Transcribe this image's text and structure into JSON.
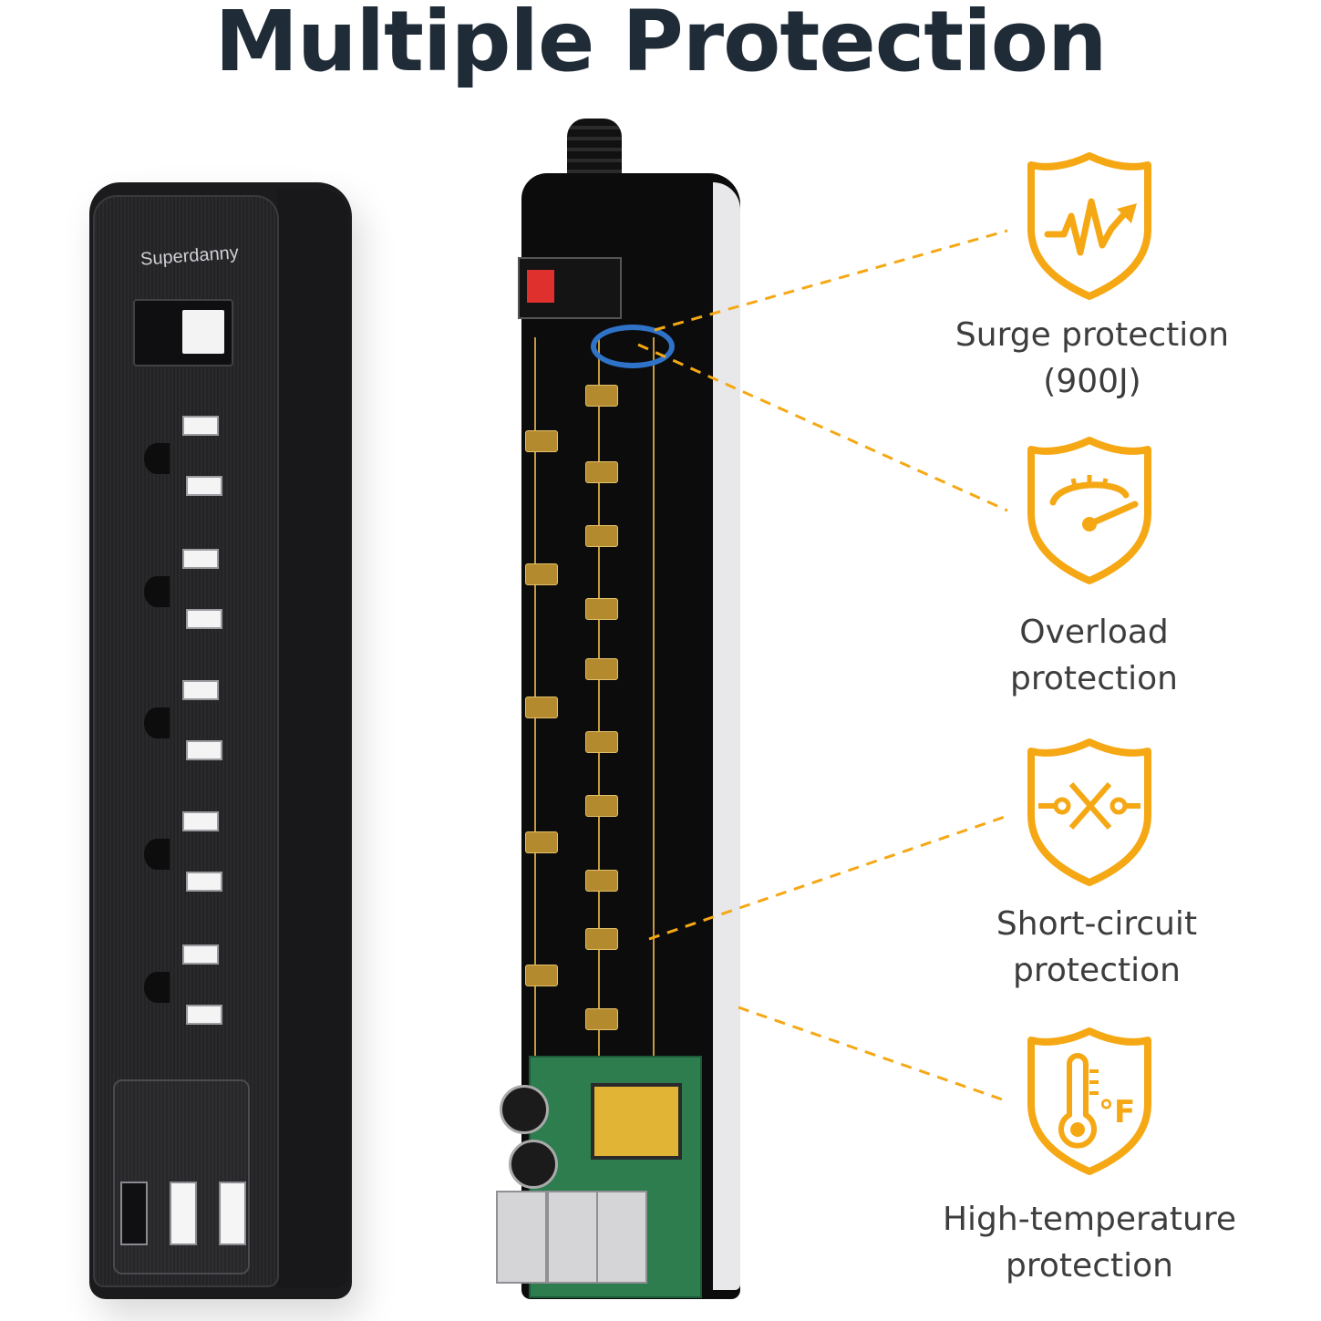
{
  "title": "Multiple Protection",
  "brand": "Superdanny",
  "colors": {
    "accent": "#f5a814",
    "title": "#1f2b37",
    "label": "#3d3d3d",
    "strip": "#1b1b1d"
  },
  "features": [
    {
      "icon": "surge-waveform-shield-icon",
      "line1": "Surge protection",
      "line2": "(900J)"
    },
    {
      "icon": "gauge-shield-icon",
      "line1": "Overload",
      "line2": "protection"
    },
    {
      "icon": "broken-circuit-shield-icon",
      "line1": "Short-circuit",
      "line2": "protection"
    },
    {
      "icon": "thermometer-shield-icon",
      "line1": "High-temperature",
      "line2": "protection",
      "unit": "°F"
    }
  ]
}
